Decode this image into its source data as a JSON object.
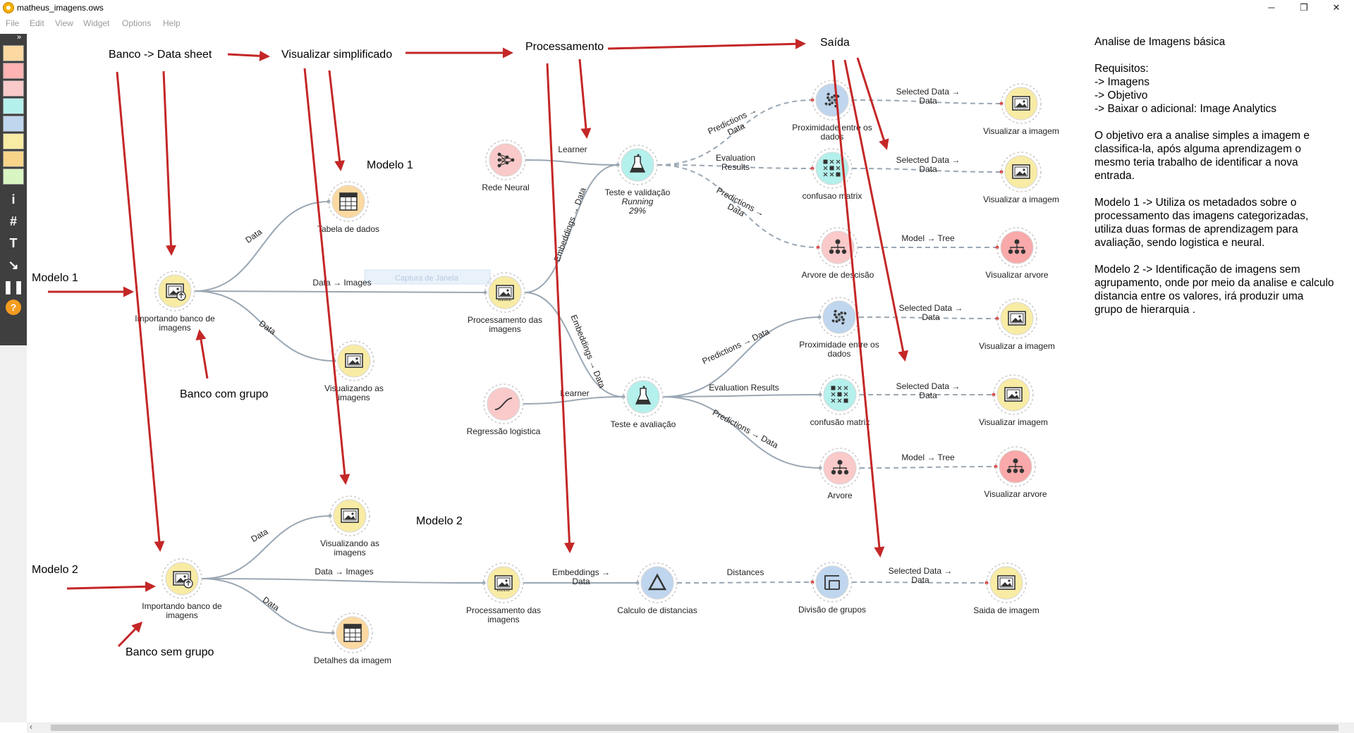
{
  "window": {
    "title": "matheus_imagens.ows",
    "minimize": "─",
    "maximize": "❐",
    "close": "✕"
  },
  "menu": [
    "File",
    "Edit",
    "View",
    "Widget",
    "Options",
    "Help"
  ],
  "toolbox": {
    "collapse_glyph": "»",
    "categories": [
      {
        "name": "data-category",
        "color": "#fcd9a1"
      },
      {
        "name": "visualize-category",
        "color": "#ffb3b3"
      },
      {
        "name": "model-category",
        "color": "#fac9c9"
      },
      {
        "name": "evaluate-category",
        "color": "#b4f0ec"
      },
      {
        "name": "unsupervised-category",
        "color": "#bfd6ee"
      },
      {
        "name": "image-analytics-category",
        "color": "#f8eba4"
      },
      {
        "name": "education-category",
        "color": "#f7d489"
      },
      {
        "name": "prototypes-category",
        "color": "#d9f5c2"
      }
    ],
    "tools": [
      {
        "name": "info-tool",
        "glyph": "i"
      },
      {
        "name": "grid-tool",
        "glyph": "#"
      },
      {
        "name": "text-tool",
        "glyph": "T"
      },
      {
        "name": "arrow-tool",
        "glyph": "↘"
      },
      {
        "name": "pause-tool",
        "glyph": "❚❚"
      },
      {
        "name": "help-tool",
        "glyph": "?"
      }
    ]
  },
  "annotations": [
    "Banco -> Data sheet",
    "Visualizar simplificado",
    "Processamento",
    "Saída",
    "Modelo 1",
    "Modelo 1",
    "Banco com grupo",
    "Modelo 2",
    "Modelo 2",
    "Banco sem grupo"
  ],
  "notes": [
    "Analise de Imagens básica",
    "Requisitos:\n-> Imagens\n-> Objetivo\n-> Baixar o adicional: Image Analytics",
    "O objetivo era a analise simples a imagem e classifica-la, após alguma aprendizagem o mesmo teria trabalho de identificar a nova entrada.",
    "Modelo 1 -> Utiliza os metadados sobre o processamento das imagens categorizadas, utiliza duas formas de aprendizagem para avaliação, sendo logistica e neural.",
    "Modelo 2 -> Identificação de imagens sem agrupamento, onde por meio da analise e calculo distancia entre os valores, irá produzir uma grupo de hierarquia ."
  ],
  "nodes": [
    {
      "id": "import1",
      "label": [
        "Importando banco de",
        "imagens"
      ],
      "kind": "import-images",
      "color": "#f8eba4"
    },
    {
      "id": "table1",
      "label": [
        "Tabela de dados"
      ],
      "kind": "data-table",
      "color": "#fcd9a1"
    },
    {
      "id": "viewer1",
      "label": [
        "Visualizando as",
        "imagens"
      ],
      "kind": "image-viewer",
      "color": "#f8eba4"
    },
    {
      "id": "embed1",
      "label": [
        "Processamento das",
        "imagens"
      ],
      "kind": "image-embedding",
      "color": "#f8eba4"
    },
    {
      "id": "nn",
      "label": [
        "Rede Neural"
      ],
      "kind": "neural-network",
      "color": "#fac9c9"
    },
    {
      "id": "logreg",
      "label": [
        "Regressão logistica"
      ],
      "kind": "logistic-regression",
      "color": "#fac9c9"
    },
    {
      "id": "test1",
      "label": [
        "Teste e validação"
      ],
      "status": [
        "Running",
        "29%"
      ],
      "kind": "test-and-score",
      "color": "#b4f0ec"
    },
    {
      "id": "test2",
      "label": [
        "Teste e avaliação"
      ],
      "kind": "test-and-score",
      "color": "#b4f0ec"
    },
    {
      "id": "prox1",
      "label": [
        "Proximidade entre os",
        "dados"
      ],
      "kind": "distance-map",
      "color": "#bfd6ee"
    },
    {
      "id": "cm1",
      "label": [
        "confusao matrix"
      ],
      "kind": "confusion-matrix",
      "color": "#b4f0ec"
    },
    {
      "id": "tree1",
      "label": [
        "Arvore de descisão"
      ],
      "kind": "tree",
      "color": "#fac9c9"
    },
    {
      "id": "prox2",
      "label": [
        "Proximidade entre os",
        "dados"
      ],
      "kind": "distance-map",
      "color": "#bfd6ee"
    },
    {
      "id": "cm2",
      "label": [
        "confusão matrix"
      ],
      "kind": "confusion-matrix",
      "color": "#b4f0ec"
    },
    {
      "id": "tree2",
      "label": [
        "Arvore"
      ],
      "kind": "tree",
      "color": "#fac9c9"
    },
    {
      "id": "iv1",
      "label": [
        "Visualizar a imagem"
      ],
      "kind": "image-viewer",
      "color": "#f8eba4"
    },
    {
      "id": "iv2",
      "label": [
        "Visualizar a imagem"
      ],
      "kind": "image-viewer",
      "color": "#f8eba4"
    },
    {
      "id": "tv1",
      "label": [
        "Visualizar arvore"
      ],
      "kind": "tree-viewer",
      "color": "#f9a9a9"
    },
    {
      "id": "iv3",
      "label": [
        "Visualizar a imagem"
      ],
      "kind": "image-viewer",
      "color": "#f8eba4"
    },
    {
      "id": "iv4",
      "label": [
        "Visualizar imagem"
      ],
      "kind": "image-viewer",
      "color": "#f8eba4"
    },
    {
      "id": "tv2",
      "label": [
        "Visualizar arvore"
      ],
      "kind": "tree-viewer",
      "color": "#f9a9a9"
    },
    {
      "id": "import2",
      "label": [
        "Importando banco de",
        "imagens"
      ],
      "kind": "import-images",
      "color": "#f8eba4"
    },
    {
      "id": "viewer2",
      "label": [
        "Visualizando as",
        "imagens"
      ],
      "kind": "image-viewer",
      "color": "#f8eba4"
    },
    {
      "id": "table2",
      "label": [
        "Detalhes da imagem"
      ],
      "kind": "data-table",
      "color": "#fcd9a1"
    },
    {
      "id": "embed2",
      "label": [
        "Processamento das",
        "imagens"
      ],
      "kind": "image-embedding",
      "color": "#f8eba4"
    },
    {
      "id": "dist",
      "label": [
        "Calculo de distancias"
      ],
      "kind": "distances",
      "color": "#bfd6ee"
    },
    {
      "id": "hc",
      "label": [
        "Divisão de grupos"
      ],
      "kind": "hierarchical-clustering",
      "color": "#bfd6ee"
    },
    {
      "id": "iv5",
      "label": [
        "Saida de imagem"
      ],
      "kind": "image-viewer",
      "color": "#f8eba4"
    }
  ],
  "links": [
    {
      "from": "import1",
      "to": "table1",
      "label": [
        "Data"
      ],
      "style": "solid"
    },
    {
      "from": "import1",
      "to": "viewer1",
      "label": [
        "Data"
      ],
      "style": "solid"
    },
    {
      "from": "import1",
      "to": "embed1",
      "label": [
        "Data → Images"
      ],
      "style": "solid"
    },
    {
      "from": "embed1",
      "to": "test1",
      "label": [
        "Embeddings → Data"
      ],
      "style": "solid"
    },
    {
      "from": "embed1",
      "to": "test2",
      "label": [
        "Embeddings → Data"
      ],
      "style": "solid"
    },
    {
      "from": "nn",
      "to": "test1",
      "label": [
        "Learner"
      ],
      "style": "solid"
    },
    {
      "from": "logreg",
      "to": "test2",
      "label": [
        "Learner"
      ],
      "style": "solid"
    },
    {
      "from": "test1",
      "to": "prox1",
      "label": [
        "Predictions →",
        "Data"
      ],
      "style": "dashed"
    },
    {
      "from": "test1",
      "to": "cm1",
      "label": [
        "Evaluation",
        "Results"
      ],
      "style": "dashed"
    },
    {
      "from": "test1",
      "to": "tree1",
      "label": [
        "Predictions →",
        "Data"
      ],
      "style": "dashed"
    },
    {
      "from": "test2",
      "to": "prox2",
      "label": [
        "Predictions → Data"
      ],
      "style": "solid"
    },
    {
      "from": "test2",
      "to": "cm2",
      "label": [
        "Evaluation Results"
      ],
      "style": "solid"
    },
    {
      "from": "test2",
      "to": "tree2",
      "label": [
        "Predictions → Data"
      ],
      "style": "solid"
    },
    {
      "from": "prox1",
      "to": "iv1",
      "label": [
        "Selected Data →",
        "Data"
      ],
      "style": "dashed"
    },
    {
      "from": "cm1",
      "to": "iv2",
      "label": [
        "Selected Data →",
        "Data"
      ],
      "style": "dashed"
    },
    {
      "from": "tree1",
      "to": "tv1",
      "label": [
        "Model → Tree"
      ],
      "style": "dashed"
    },
    {
      "from": "prox2",
      "to": "iv3",
      "label": [
        "Selected Data →",
        "Data"
      ],
      "style": "dashed"
    },
    {
      "from": "cm2",
      "to": "iv4",
      "label": [
        "Selected Data →",
        "Data"
      ],
      "style": "dashed"
    },
    {
      "from": "tree2",
      "to": "tv2",
      "label": [
        "Model → Tree"
      ],
      "style": "dashed"
    },
    {
      "from": "import2",
      "to": "viewer2",
      "label": [
        "Data"
      ],
      "style": "solid"
    },
    {
      "from": "import2",
      "to": "table2",
      "label": [
        "Data"
      ],
      "style": "solid"
    },
    {
      "from": "import2",
      "to": "embed2",
      "label": [
        "Data → Images"
      ],
      "style": "solid"
    },
    {
      "from": "embed2",
      "to": "dist",
      "label": [
        "Embeddings →",
        "Data"
      ],
      "style": "solid"
    },
    {
      "from": "dist",
      "to": "hc",
      "label": [
        "Distances"
      ],
      "style": "dashed"
    },
    {
      "from": "hc",
      "to": "iv5",
      "label": [
        "Selected Data →",
        "Data"
      ],
      "style": "dashed"
    }
  ],
  "tooltip": "Captura de Janela"
}
